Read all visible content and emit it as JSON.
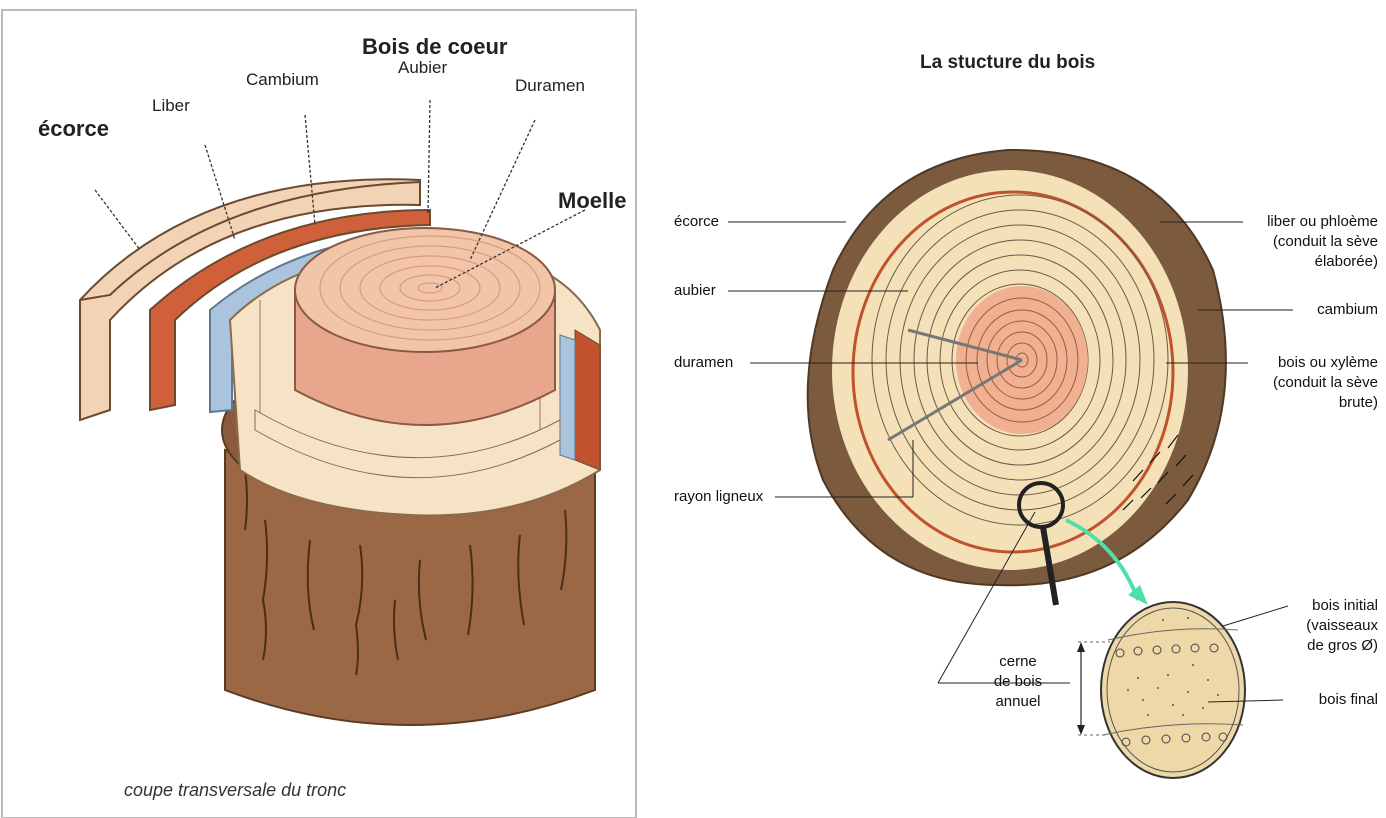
{
  "left_diagram": {
    "labels": {
      "ecorce": "écorce",
      "liber": "Liber",
      "cambium": "Cambium",
      "bois_de_coeur": "Bois de coeur",
      "aubier": "Aubier",
      "duramen": "Duramen",
      "moelle": "Moelle"
    },
    "caption": "coupe transversale du tronc"
  },
  "right_diagram": {
    "title": "La stucture du bois",
    "left_labels": {
      "ecorce": "écorce",
      "aubier": "aubier",
      "duramen": "duramen",
      "rayon": "rayon ligneux"
    },
    "right_labels": {
      "liber": "liber ou phloème\n(conduit la sève\nélaborée)",
      "cambium": "cambium",
      "bois": "bois ou xylème\n(conduit la sève\nbrute)"
    },
    "detail_labels": {
      "bois_initial": "bois initial\n(vaisseaux\nde gros Ø)",
      "bois_final": "bois final",
      "cerne": "cerne\nde bois\nannuel"
    }
  },
  "colors": {
    "bark": "#8b5a3c",
    "bark_dark": "#6e4a2e",
    "sapwood": "#f3dcb6",
    "heartwood": "#e89b7d",
    "cambium_red": "#c0522e",
    "liber_blue": "#a9c4dc",
    "highlight_arrow": "#4fe0a8"
  }
}
